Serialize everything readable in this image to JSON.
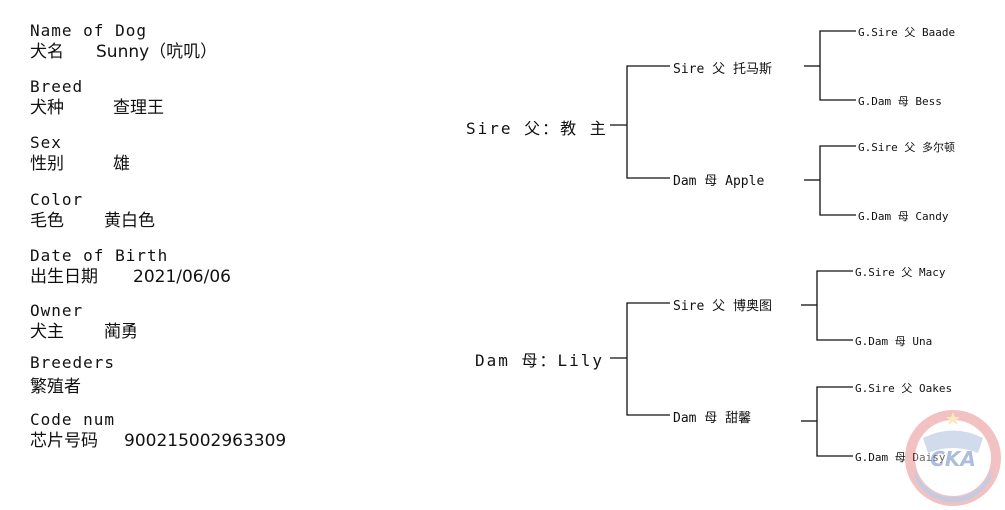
{
  "fields": [
    {
      "en": "Name of Dog",
      "cn_label": "犬名",
      "value": "Sunny（吭叽）"
    },
    {
      "en": "Breed",
      "cn_label": "犬种",
      "value": "查理王"
    },
    {
      "en": "Sex",
      "cn_label": "性别",
      "value": "雄"
    },
    {
      "en": "Color",
      "cn_label": "毛色",
      "value": "黄白色"
    },
    {
      "en": "Date of Birth",
      "cn_label": "出生日期",
      "value": "2021/06/06"
    },
    {
      "en": "Owner",
      "cn_label": "犬主",
      "value": "蔺勇"
    },
    {
      "en": "Breeders",
      "cn_label": "繁殖者",
      "value": ""
    },
    {
      "en": "Code num",
      "cn_label": "芯片号码",
      "value": "900215002963309"
    }
  ],
  "pedigree": {
    "sire": "Sire 父：教 主",
    "dam": "Dam 母：Lily",
    "sire_sire": "Sire 父 托马斯",
    "sire_dam": "Dam 母 Apple",
    "dam_sire": "Sire 父 博奥图",
    "dam_dam": "Dam 母 甜馨",
    "ss_sire": "G.Sire 父 Baade",
    "ss_dam": "G.Dam  母 Bess",
    "sd_sire": "G.Sire 父 多尔顿",
    "sd_dam": "G.Dam 母 Candy",
    "ds_sire": "G.Sire 父 Macy",
    "ds_dam": "G.Dam  母 Una",
    "dd_sire": "G.Sire 父 Oakes",
    "dd_dam": "G.Dam  母 Daisy"
  },
  "watermark": {
    "text": "CKA",
    "colors": {
      "red": "#d9534f",
      "blue": "#4a6fb5"
    }
  }
}
